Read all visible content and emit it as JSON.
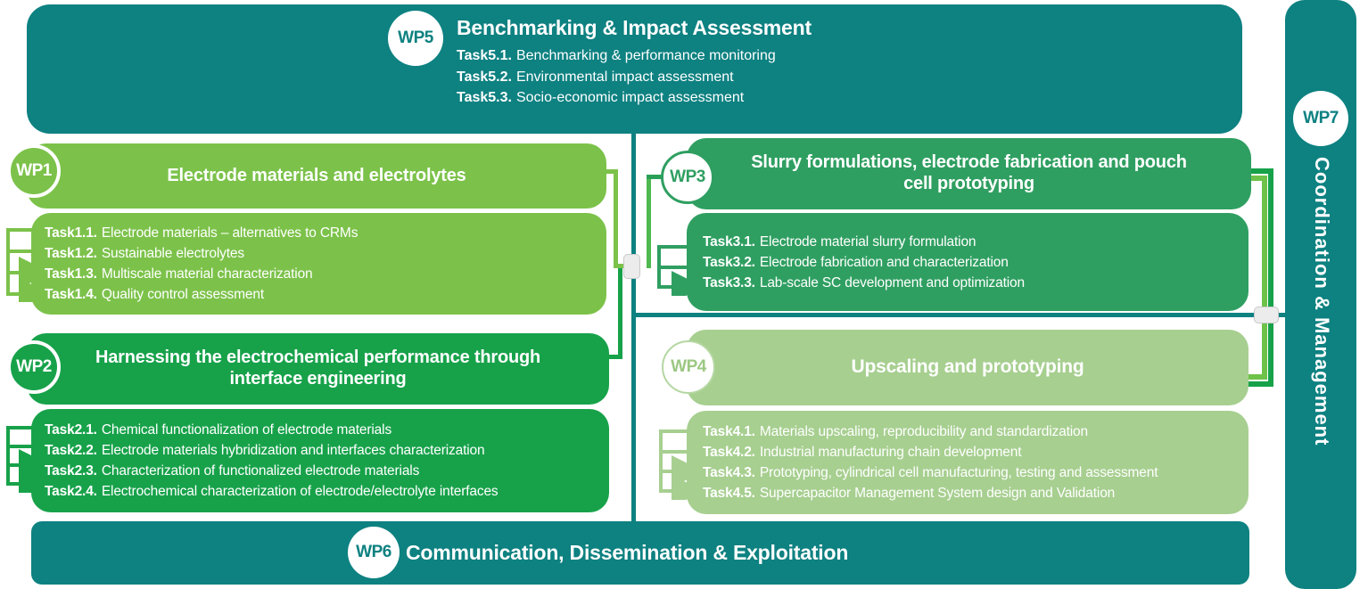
{
  "colors": {
    "teal": "#0E8181",
    "wp1_green": "#7CC24A",
    "wp2_green": "#17A24A",
    "wp3_green": "#2F9F61",
    "wp4_green": "#A7CF90",
    "connector_node_grey": "#ECECEC",
    "text_on_boxes": "#FFFFFF"
  },
  "wp5": {
    "id": "WP5",
    "title": "Benchmarking & Impact Assessment",
    "tasks": [
      {
        "id": "Task5.1.",
        "text": "Benchmarking & performance monitoring"
      },
      {
        "id": "Task5.2.",
        "text": "Environmental impact assessment"
      },
      {
        "id": "Task5.3.",
        "text": "Socio-economic impact assessment"
      }
    ]
  },
  "wp1": {
    "id": "WP1",
    "title": "Electrode materials and electrolytes",
    "tasks": [
      {
        "id": "Task1.1.",
        "text": "Electrode materials – alternatives to CRMs"
      },
      {
        "id": "Task1.2.",
        "text": "Sustainable electrolytes"
      },
      {
        "id": "Task1.3.",
        "text": "Multiscale material characterization"
      },
      {
        "id": "Task1.4.",
        "text": "Quality control assessment"
      }
    ]
  },
  "wp2": {
    "id": "WP2",
    "title": "Harnessing the electrochemical performance through interface engineering",
    "tasks": [
      {
        "id": "Task2.1.",
        "text": "Chemical functionalization of electrode materials"
      },
      {
        "id": "Task2.2.",
        "text": "Electrode materials hybridization and interfaces characterization"
      },
      {
        "id": "Task2.3.",
        "text": "Characterization of functionalized electrode materials"
      },
      {
        "id": "Task2.4.",
        "text": "Electrochemical characterization of electrode/electrolyte interfaces"
      }
    ]
  },
  "wp3": {
    "id": "WP3",
    "title": "Slurry formulations, electrode fabrication and pouch cell prototyping",
    "tasks": [
      {
        "id": "Task3.1.",
        "text": "Electrode material slurry formulation"
      },
      {
        "id": "Task3.2.",
        "text": "Electrode fabrication and characterization"
      },
      {
        "id": "Task3.3.",
        "text": "Lab-scale SC development and optimization"
      }
    ]
  },
  "wp4": {
    "id": "WP4",
    "title": "Upscaling and prototyping",
    "tasks": [
      {
        "id": "Task4.1.",
        "text": "Materials upscaling, reproducibility and standardization"
      },
      {
        "id": "Task4.2.",
        "text": "Industrial manufacturing chain development"
      },
      {
        "id": "Task4.3.",
        "text": "Prototyping, cylindrical cell manufacturing, testing and assessment"
      },
      {
        "id": "Task4.5.",
        "text": "Supercapacitor Management System design and Validation"
      }
    ]
  },
  "wp6": {
    "id": "WP6",
    "title": "Communication, Dissemination & Exploitation"
  },
  "wp7": {
    "id": "WP7",
    "title": "Coordination & Management"
  }
}
